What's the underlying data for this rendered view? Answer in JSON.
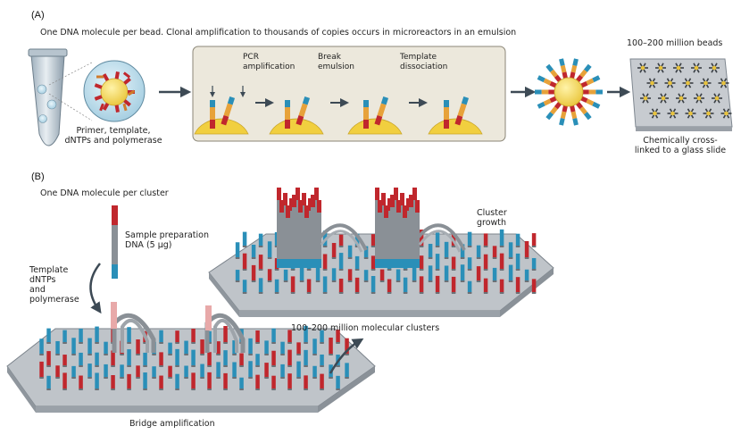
{
  "panel_a": {
    "letter": "(A)",
    "title": "One DNA molecule per bead. Clonal amplification to thousands of copies occurs in microreactors in an emulsion",
    "bead_caption": [
      "Primer, template,",
      "dNTPs and polymerase"
    ],
    "steps": [
      {
        "label": [
          "PCR",
          "amplification"
        ]
      },
      {
        "label": [
          "Break",
          "emulsion"
        ]
      },
      {
        "label": [
          "Template",
          "dissociation"
        ]
      }
    ],
    "beads_count": "100–200 million beads",
    "slide_caption": [
      "Chemically cross-",
      "linked to a glass slide"
    ]
  },
  "panel_b": {
    "letter": "(B)",
    "title": "One DNA molecule per cluster",
    "sample_prep": [
      "Sample preparation",
      "DNA (5 µg)"
    ],
    "reagents": [
      "Template",
      "dNTPs",
      "and",
      "polymerase"
    ],
    "cluster_growth": [
      "Cluster",
      "growth"
    ],
    "clusters_count": "100–200 million molecular clusters",
    "bridge_label": "Bridge amplification"
  },
  "colors": {
    "red": "#c0272d",
    "blue": "#2a8fb8",
    "gray": "#8a9096",
    "bead": "#f3d44b",
    "flow_box": "#ece8dc",
    "slide": "#c7cbd0"
  }
}
